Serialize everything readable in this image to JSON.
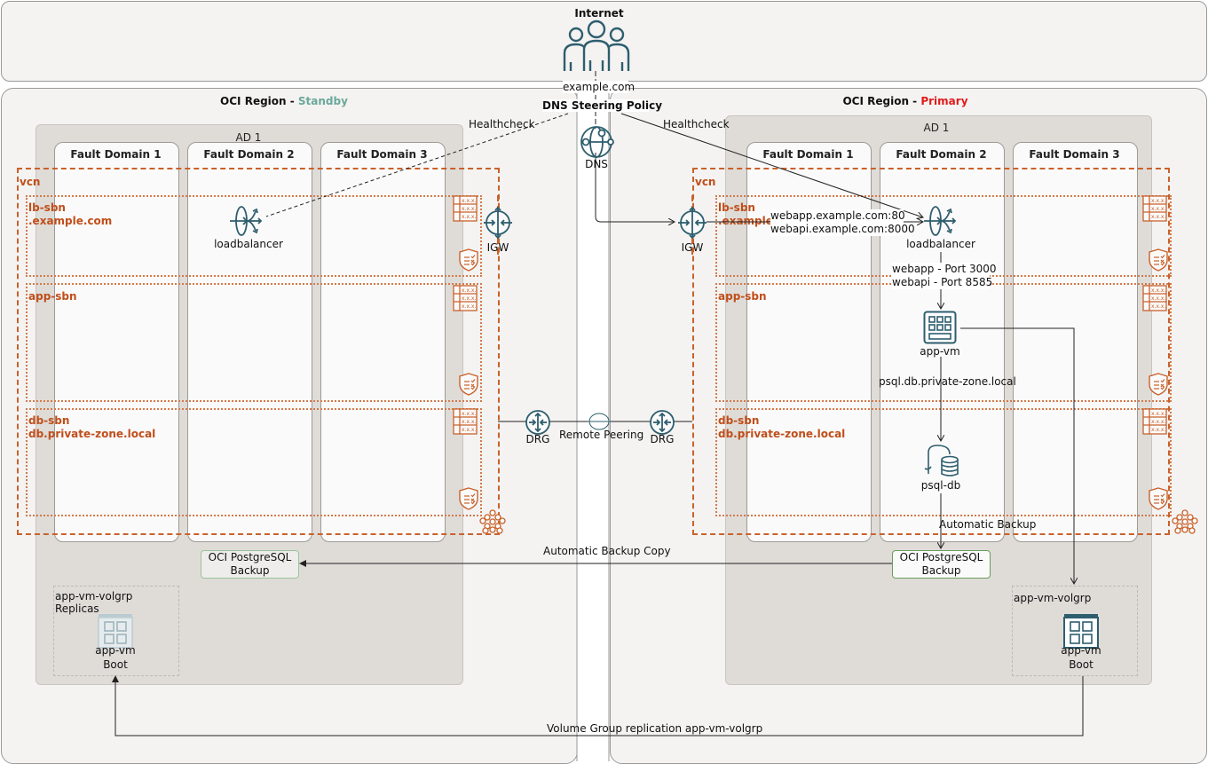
{
  "internet": {
    "title": "Internet",
    "domain": "example.com"
  },
  "dns": {
    "policy_label": "DNS Steering Policy",
    "icon_label": "DNS",
    "healthcheck_left": "Healthcheck",
    "healthcheck_right": "Healthcheck"
  },
  "standby": {
    "region_prefix": "OCI Region - ",
    "region_name": "Standby",
    "ad_label": "AD 1",
    "fault_domains": [
      "Fault Domain 1",
      "Fault Domain 2",
      "Fault Domain 3"
    ],
    "vcn_label": "vcn",
    "lb_subnet": {
      "name": "lb-sbn",
      "domain": ".example.com"
    },
    "app_subnet": {
      "name": "app-sbn"
    },
    "db_subnet": {
      "name": "db-sbn",
      "domain": "db.private-zone.local"
    },
    "loadbalancer_label": "loadbalancer",
    "igw_label": "IGW",
    "drg_label": "DRG",
    "backup_label_1": "OCI PostgreSQL",
    "backup_label_2": "Backup",
    "volgrp_label_1": "app-vm-volgrp",
    "volgrp_label_2": "Replicas",
    "vm_label": "app-vm",
    "boot_label": "Boot"
  },
  "primary": {
    "region_prefix": "OCI Region - ",
    "region_name": "Primary",
    "ad_label": "AD 1",
    "fault_domains": [
      "Fault Domain 1",
      "Fault Domain 2",
      "Fault Domain 3"
    ],
    "vcn_label": "vcn",
    "lb_subnet": {
      "name": "lb-sbn",
      "domain": ".example.c"
    },
    "app_subnet": {
      "name": "app-sbn"
    },
    "db_subnet": {
      "name": "db-sbn",
      "domain": "db.private-zone.local"
    },
    "loadbalancer_label": "loadbalancer",
    "igw_label": "IGW",
    "drg_label": "DRG",
    "listener_1": "webapp.example.com:80",
    "listener_2": "webapi.example.com:8000",
    "backend_1": "webapp - Port 3000",
    "backend_2": "webapi - Port 8585",
    "app_vm_label": "app-vm",
    "db_dns": "psql.db.private-zone.local",
    "db_label": "psql-db",
    "auto_backup": "Automatic Backup",
    "backup_label_1": "OCI PostgreSQL",
    "backup_label_2": "Backup",
    "volgrp_label": "app-vm-volgrp",
    "vm_label": "app-vm",
    "boot_label": "Boot"
  },
  "connections": {
    "remote_peering": "Remote Peering",
    "backup_copy": "Automatic Backup Copy",
    "volume_replication": "Volume Group replication app-vm-volgrp"
  },
  "colors": {
    "teal": "#2e5e6e",
    "orange": "#c8622b",
    "standby": "#6aa89a",
    "primary": "#e01b1b"
  }
}
